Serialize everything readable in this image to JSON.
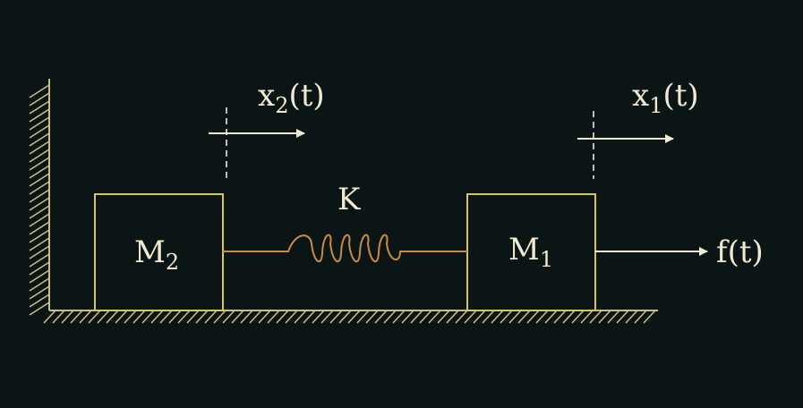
{
  "colors": {
    "background": "#0b1515",
    "structure": "#c9bd86",
    "blocks": "#d4c662",
    "spring": "#c98c44",
    "arrows": "#f2ead0",
    "text": "#f2ead0"
  },
  "labels": {
    "x2": {
      "base": "x",
      "sub": "2",
      "tail": "(t)"
    },
    "x1": {
      "base": "x",
      "sub": "1",
      "tail": "(t)"
    },
    "spring": "K",
    "m2": {
      "base": "M",
      "sub": "2"
    },
    "m1": {
      "base": "M",
      "sub": "1"
    },
    "force": "f(t)"
  },
  "icons": {
    "wall": "hatched-wall-icon",
    "ground": "hatched-ground-icon",
    "spring": "coil-spring-icon",
    "arrow": "right-arrow-icon"
  }
}
